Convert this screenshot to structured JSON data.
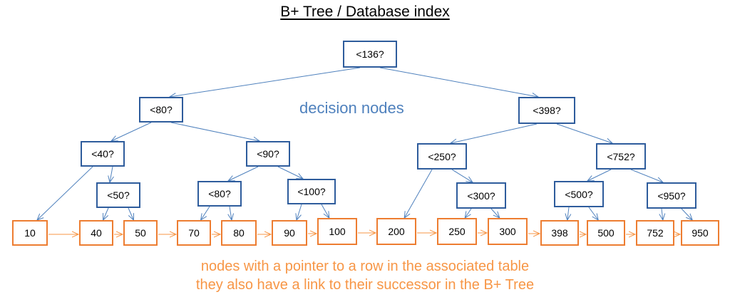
{
  "title": "B+ Tree / Database index",
  "decision_caption": "decision nodes",
  "leaf_caption_line1": "nodes with a pointer to a row in the associated table",
  "leaf_caption_line2": "they also have a link to their successor in the B+ Tree",
  "colors": {
    "decision_border": "#2e5c9c",
    "decision_edge": "#4f81bd",
    "leaf_border": "#ed7d31",
    "leaf_edge": "#f79646"
  },
  "decision_nodes": [
    {
      "id": "d136",
      "label": "<136?"
    },
    {
      "id": "d80a",
      "label": "<80?"
    },
    {
      "id": "d398",
      "label": "<398?"
    },
    {
      "id": "d40",
      "label": "<40?"
    },
    {
      "id": "d90",
      "label": "<90?"
    },
    {
      "id": "d250",
      "label": "<250?"
    },
    {
      "id": "d752",
      "label": "<752?"
    },
    {
      "id": "d50",
      "label": "<50?"
    },
    {
      "id": "d80b",
      "label": "<80?"
    },
    {
      "id": "d100",
      "label": "<100?"
    },
    {
      "id": "d300",
      "label": "<300?"
    },
    {
      "id": "d500",
      "label": "<500?"
    },
    {
      "id": "d950",
      "label": "<950?"
    }
  ],
  "leaf_nodes": [
    {
      "id": "l10",
      "label": "10"
    },
    {
      "id": "l40",
      "label": "40"
    },
    {
      "id": "l50",
      "label": "50"
    },
    {
      "id": "l70",
      "label": "70"
    },
    {
      "id": "l80",
      "label": "80"
    },
    {
      "id": "l90",
      "label": "90"
    },
    {
      "id": "l100",
      "label": "100"
    },
    {
      "id": "l200",
      "label": "200"
    },
    {
      "id": "l250",
      "label": "250"
    },
    {
      "id": "l300",
      "label": "300"
    },
    {
      "id": "l398",
      "label": "398"
    },
    {
      "id": "l500",
      "label": "500"
    },
    {
      "id": "l752",
      "label": "752"
    },
    {
      "id": "l950",
      "label": "950"
    }
  ],
  "tree_edges": [
    [
      "d136",
      "d80a"
    ],
    [
      "d136",
      "d398"
    ],
    [
      "d80a",
      "d40"
    ],
    [
      "d80a",
      "d90"
    ],
    [
      "d398",
      "d250"
    ],
    [
      "d398",
      "d752"
    ],
    [
      "d40",
      "l10"
    ],
    [
      "d40",
      "d50"
    ],
    [
      "d50",
      "l40"
    ],
    [
      "d50",
      "l50"
    ],
    [
      "d90",
      "d80b"
    ],
    [
      "d90",
      "d100"
    ],
    [
      "d80b",
      "l70"
    ],
    [
      "d80b",
      "l80"
    ],
    [
      "d100",
      "l90"
    ],
    [
      "d100",
      "l100"
    ],
    [
      "d250",
      "l200"
    ],
    [
      "d250",
      "d300"
    ],
    [
      "d300",
      "l250"
    ],
    [
      "d300",
      "l300"
    ],
    [
      "d752",
      "d500"
    ],
    [
      "d752",
      "d950"
    ],
    [
      "d500",
      "l398"
    ],
    [
      "d500",
      "l500"
    ],
    [
      "d950",
      "l752"
    ],
    [
      "d950",
      "l950"
    ]
  ]
}
